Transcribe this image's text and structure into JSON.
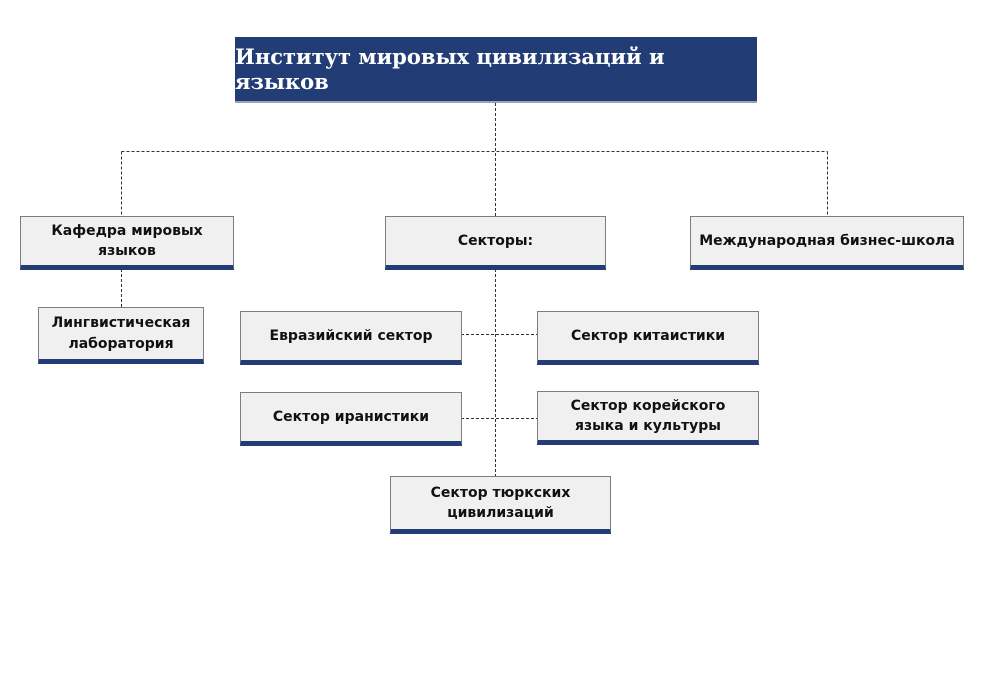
{
  "title": "Институт мировых цивилизаций и языков",
  "departments": {
    "kafedra": "Кафедра мировых языков",
    "sectors_header": "Секторы:",
    "business_school": "Международная бизнес-школа"
  },
  "sub_units": {
    "ling_lab": "Лингвистическая лаборатория"
  },
  "sectors": [
    "Евразийский сектор",
    "Сектор китаистики",
    "Сектор иранистики",
    "Сектор корейского языка и культуры",
    "Сектор тюркских цивилизаций"
  ],
  "colors": {
    "primary": "#223d75",
    "node_bg": "#f0f0f0",
    "connector": "#333333"
  }
}
